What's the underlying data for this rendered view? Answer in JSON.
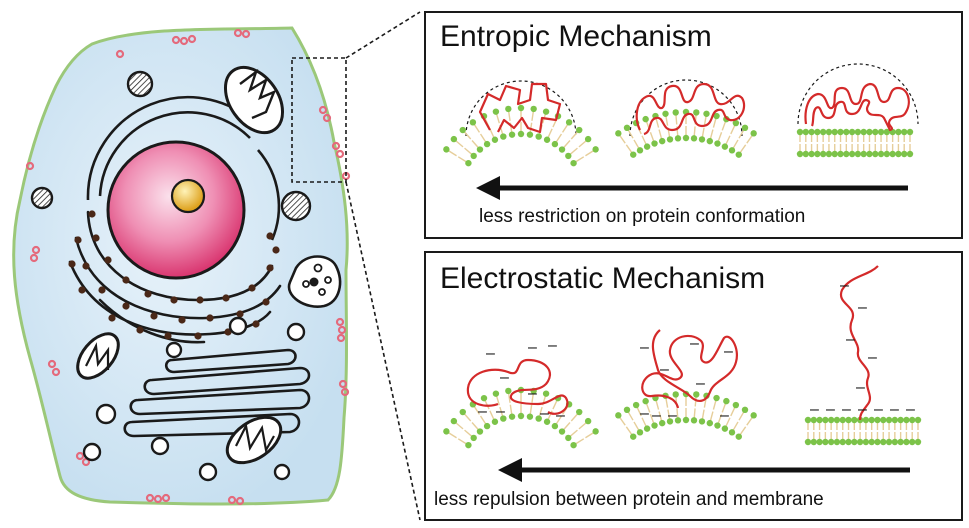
{
  "panels": {
    "entropic": {
      "title": "Entropic Mechanism",
      "caption": "less restriction on protein conformation"
    },
    "electrostatic": {
      "title": "Electrostatic Mechanism",
      "caption": "less repulsion between protein and membrane"
    }
  },
  "charge_symbol": "–",
  "colors": {
    "cytoplasm": "#d4e8f5",
    "cell_membrane": "#9bc879",
    "nucleus": "#e95f93",
    "nucleolus": "#e8b32a",
    "protein": "#d42a2a",
    "lipid_head": "#7cc349",
    "lipid_tail": "#e6ce9a",
    "receptor": "#e46a7c",
    "outline": "#1a1a1a"
  }
}
